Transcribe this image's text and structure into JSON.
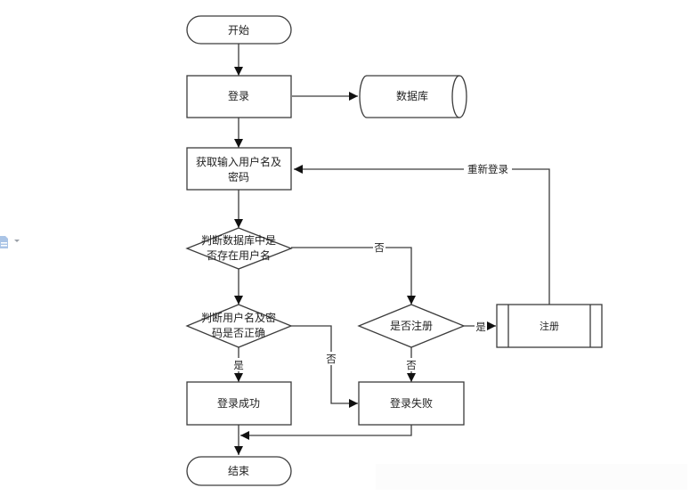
{
  "diagram": {
    "title": "",
    "nodes": {
      "start": {
        "label": "开始",
        "type": "terminator"
      },
      "login": {
        "label": "登录",
        "type": "process"
      },
      "database": {
        "label": "数据库",
        "type": "database"
      },
      "input": {
        "label_lines": [
          "获取输入用户名及",
          "密码"
        ],
        "type": "process"
      },
      "check_user_exists": {
        "label_lines": [
          "判断数据库中是",
          "否存在用户名"
        ],
        "type": "decision"
      },
      "check_credentials": {
        "label_lines": [
          "判断用户名及密",
          "码是否正确"
        ],
        "type": "decision"
      },
      "ask_register": {
        "label": "是否注册",
        "type": "decision"
      },
      "register": {
        "label": "注册",
        "type": "predefined-process"
      },
      "login_success": {
        "label": "登录成功",
        "type": "process"
      },
      "login_fail": {
        "label": "登录失败",
        "type": "process"
      },
      "end": {
        "label": "结束",
        "type": "terminator"
      }
    },
    "edges": [
      {
        "from": "start",
        "to": "login",
        "label": ""
      },
      {
        "from": "login",
        "to": "database",
        "label": ""
      },
      {
        "from": "login",
        "to": "input",
        "label": ""
      },
      {
        "from": "input",
        "to": "check_user_exists",
        "label": ""
      },
      {
        "from": "check_user_exists",
        "to": "check_credentials",
        "label": ""
      },
      {
        "from": "check_user_exists",
        "to": "ask_register",
        "label": "否"
      },
      {
        "from": "check_credentials",
        "to": "login_success",
        "label": "是"
      },
      {
        "from": "check_credentials",
        "to": "login_fail",
        "label": "否"
      },
      {
        "from": "ask_register",
        "to": "register",
        "label": "是"
      },
      {
        "from": "ask_register",
        "to": "login_fail",
        "label": "否"
      },
      {
        "from": "register",
        "to": "input",
        "label": "重新登录"
      },
      {
        "from": "login_success",
        "to": "end",
        "label": ""
      },
      {
        "from": "login_fail",
        "to": "end",
        "label": ""
      }
    ],
    "colors": {
      "stroke": "#3c3c3c",
      "fill": "#ffffff",
      "text": "#222222"
    }
  },
  "side_widget": {
    "icon": "document-icon",
    "caret": "chevron-down-icon"
  }
}
